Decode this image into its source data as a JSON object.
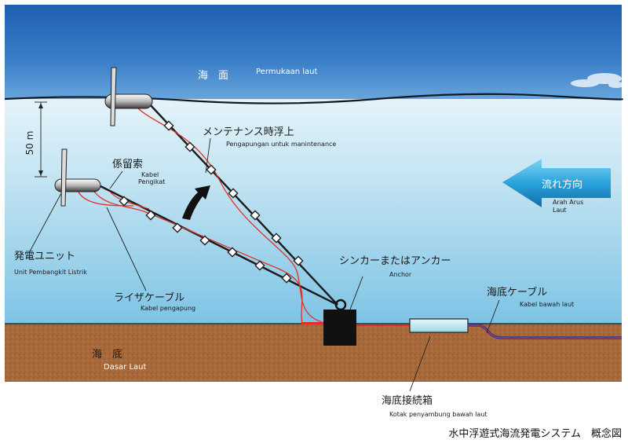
{
  "caption": "水中浮遊式海流発電システム　概念図",
  "labels": {
    "sea_surface_jp": "海　面",
    "sea_surface_id": "Permukaan laut",
    "depth": "50 m",
    "maintenance_jp": "メンテナンス時浮上",
    "maintenance_id": "Pengapungan untuk manintenance",
    "mooring_jp": "係留索",
    "mooring_id_1": "Kabel",
    "mooring_id_2": "Pengikat",
    "unit_jp": "発電ユニット",
    "unit_id": "Unit Pembangkit Listrik",
    "riser_jp": "ライザケーブル",
    "riser_id": "Kabel pengapung",
    "anchor_jp": "シンカーまたはアンカー",
    "anchor_id": "Anchor",
    "subsea_cable_jp": "海底ケーブル",
    "subsea_cable_id": "Kabel bawah laut",
    "current_jp": "流れ方向",
    "current_id_1": "Arah Arus",
    "current_id_2": "Laut",
    "seabed_jp": "海　底",
    "seabed_id": "Dasar Laut",
    "junction_jp": "海底接続箱",
    "junction_id": "Kotak penyambung bawah laut"
  },
  "colors": {
    "sky_top": "#1e5fb0",
    "water_top": "#d6ecf6",
    "water_bottom": "#7cc3e4",
    "seabed": "#a86a3a",
    "arrow": "#2aa3dc",
    "cable_red": "#e0302a",
    "subsea_cable": "#2a3f9a",
    "junction_box": "#b8e4ec"
  }
}
